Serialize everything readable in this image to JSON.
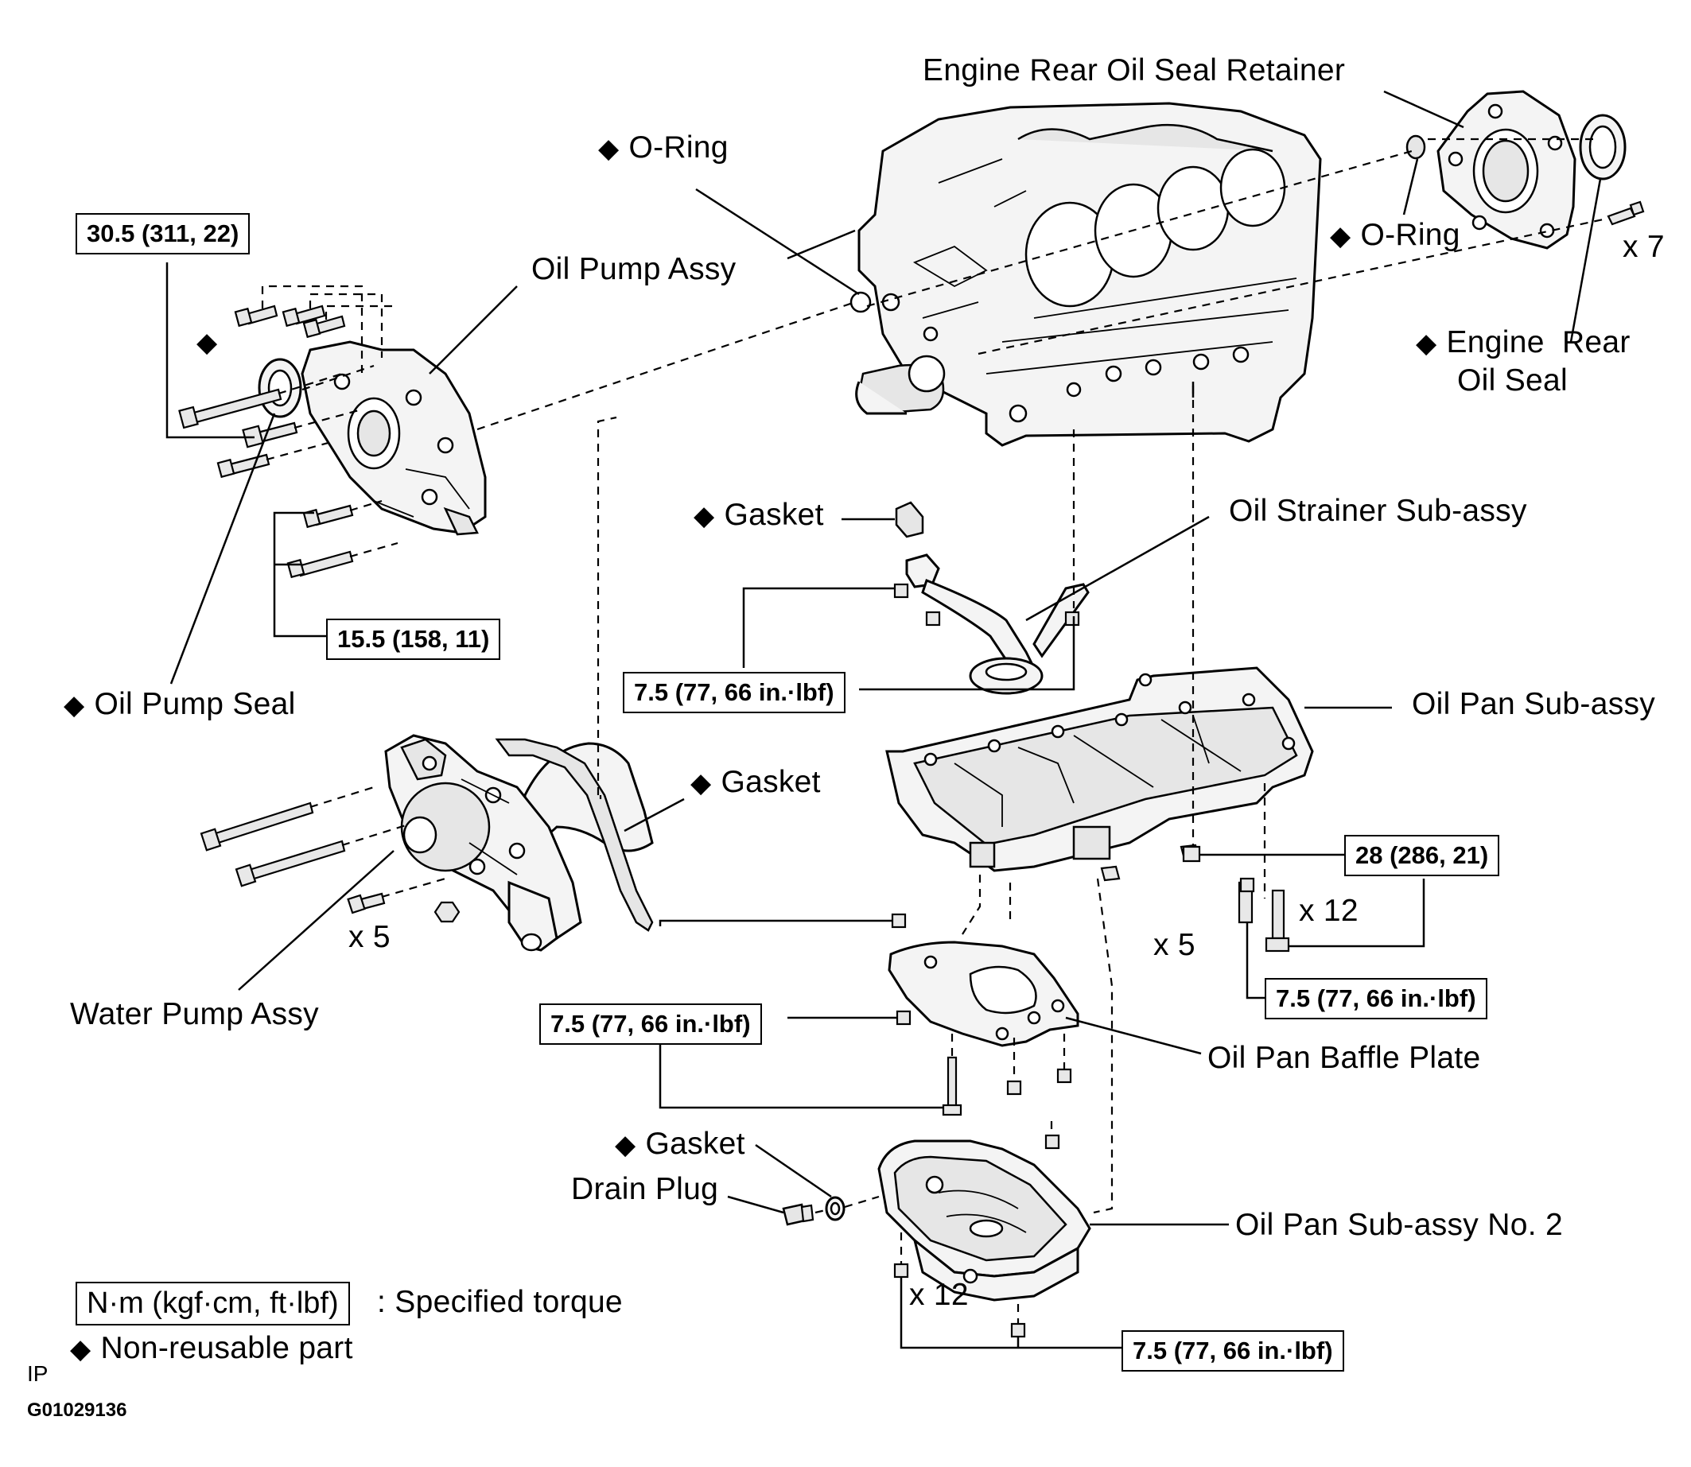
{
  "labels": {
    "engine_rear_oil_seal_retainer": "Engine Rear Oil Seal Retainer",
    "o_ring_front": "O-Ring",
    "o_ring_rear": "O-Ring",
    "oil_pump_assy": "Oil Pump Assy",
    "engine_rear_oil_seal_l1": "Engine  Rear",
    "engine_rear_oil_seal_l2": "Oil Seal",
    "x7": "x 7",
    "gasket_strainer": "Gasket",
    "oil_strainer_sub_assy": "Oil Strainer Sub-assy",
    "oil_pump_seal": "Oil Pump Seal",
    "oil_pan_sub_assy": "Oil Pan Sub-assy",
    "gasket_water_pump": "Gasket",
    "x5_water_pump": "x 5",
    "water_pump_assy": "Water Pump Assy",
    "x12_oil_pan": "x 12",
    "x5_oil_pan": "x 5",
    "oil_pan_baffle_plate": "Oil Pan Baffle Plate",
    "gasket_drain": "Gasket",
    "drain_plug": "Drain Plug",
    "oil_pan_sub_assy_no2": "Oil Pan Sub-assy No. 2",
    "x12_oil_pan_no2": "x 12"
  },
  "torque_specs": {
    "oil_pump_upper": "30.5 (311, 22)",
    "oil_pump_lower": "15.5 (158, 11)",
    "oil_strainer": "7.5 (77, 66 in.·lbf)",
    "oil_pan_28": "28 (286, 21)",
    "oil_pan_small": "7.5 (77, 66 in.·lbf)",
    "baffle_plate": "7.5 (77, 66 in.·lbf)",
    "oil_pan_no2": "7.5 (77, 66 in.·lbf)"
  },
  "legend": {
    "torque_unit_box": "N·m (kgf·cm, ft·lbf)",
    "torque_unit_text": ": Specified torque",
    "non_reusable": "Non-reusable part"
  },
  "symbols": {
    "non_reusable_marker": "◆"
  },
  "footer": {
    "code_ip": "IP",
    "figure_id": "G01029136"
  }
}
